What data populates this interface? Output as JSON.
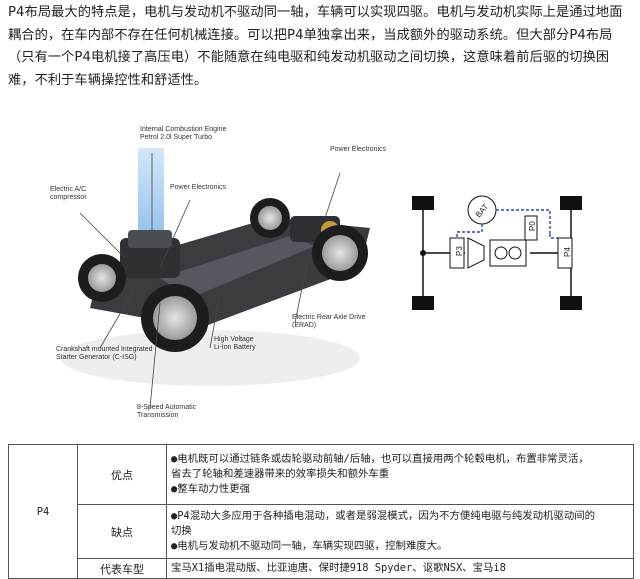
{
  "intro": {
    "text": "P4布局最大的特点是，电机与发动机不驱动同一轴，车辆可以实现四驱。电机与发动机实际上是通过地面耦合的，在车内部不存在任何机械连接。可以把P4单独拿出来，当成额外的驱动系统。但大部分P4布局（只有一个P4电机接了高压电）不能随意在纯电驱和纯发动机驱动之间切换，这意味着前后驱的切换困难，不利于车辆操控性和舒适性。"
  },
  "car_diagram": {
    "labels": {
      "ice": "Internal Combustion Engine\nPetrol 2.0l Super Turbo",
      "ac": "Electric A/C\ncompressor",
      "power_front": "Power Electronics",
      "power_rear": "Power Electronics",
      "cisg": "Crankshaft mounted Integrated\nStarter Generator (C-ISG)",
      "battery": "High Voltage\nLi-Ion Battery",
      "erad": "Electric Rear Axle Drive\n(ERAD)",
      "trans": "8-Speed Automatic\nTransmission"
    },
    "colors": {
      "beam": "#9ec7ee",
      "car_body": "#3a3c40",
      "tire": "#1d1d1f"
    }
  },
  "schematic": {
    "labels": {
      "bat": "BAT",
      "p3": "P3",
      "p0": "P0",
      "p4": "P4"
    },
    "colors": {
      "hv_line": "#2b47b5",
      "frame": "#111111"
    }
  },
  "table": {
    "model": "P4",
    "rows": [
      {
        "label": "优点",
        "lines": [
          "●电机既可以通过链条或齿轮驱动前轴/后轴，也可以直接用两个轮毂电机，布置非常灵活，",
          "省去了轮轴和差速器带来的效率损失和额外车重",
          "●整车动力性更强"
        ]
      },
      {
        "label": "缺点",
        "lines": [
          "●P4混动大多应用于各种插电混动，或者是弱混模式，因为不方便纯电驱与纯发动机驱动间的",
          "切换",
          "●电机与发动机不驱动同一轴，车辆实现四驱，控制难度大。"
        ]
      },
      {
        "label": "代表车型",
        "lines": [
          "宝马X1插电混动版、比亚迪唐、保时捷918 Spyder、讴歌NSX、宝马i8"
        ]
      }
    ]
  }
}
